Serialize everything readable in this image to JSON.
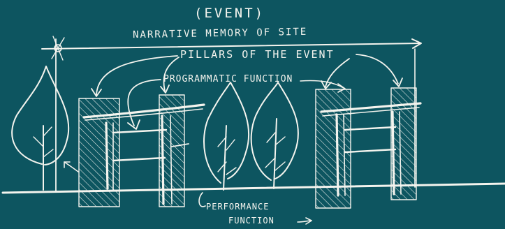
{
  "annotations": {
    "event": "(EVENT)",
    "narrative_memory": "NARRATIVE MEMORY OF SITE",
    "pillars": "PILLARS OF THE EVENT",
    "programmatic_function": "PROGRAMMATIC FUNCTION",
    "performance": "PERFORMANCE",
    "function": "FUNCTION"
  },
  "colors": {
    "background": "#0d5560",
    "ink": "#f4f4ee"
  }
}
